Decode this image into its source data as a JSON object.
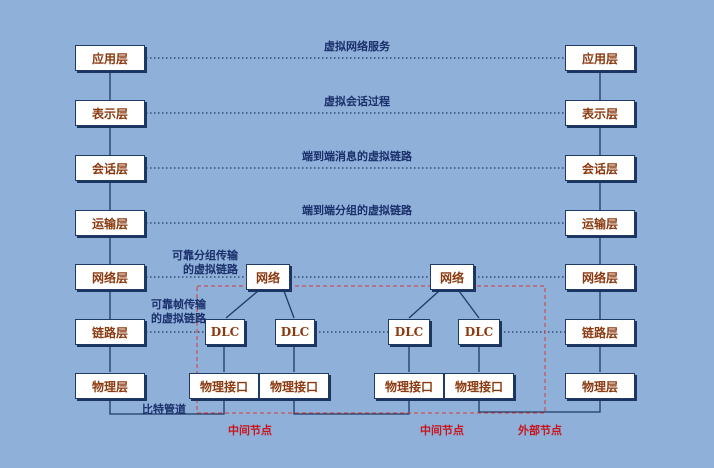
{
  "layers": [
    "应用层",
    "表示层",
    "会话层",
    "运输层",
    "网络层",
    "链路层",
    "物理层"
  ],
  "virtual_links": [
    "虚拟网络服务",
    "虚拟会话过程",
    "端到端消息的虚拟链路",
    "端到端分组的虚拟链路"
  ],
  "network_node_label": "网络",
  "dlc_label": "DLC",
  "phys_if_label": "物理接口",
  "side_labels": {
    "network_line1": "可靠分组传输",
    "network_line2": "的虚拟链路",
    "link_line1": "可靠帧传输",
    "link_line2": "的虚拟链路"
  },
  "bit_pipe_label": "比特管道",
  "node_labels": {
    "middle_1": "中间节点",
    "middle_2": "中间节点",
    "external": "外部节点"
  },
  "colors": {
    "background": "#8fb0d8",
    "box_text": "#8b3a10",
    "label_text": "#1a2f6b",
    "accent_red": "#c8141e"
  }
}
